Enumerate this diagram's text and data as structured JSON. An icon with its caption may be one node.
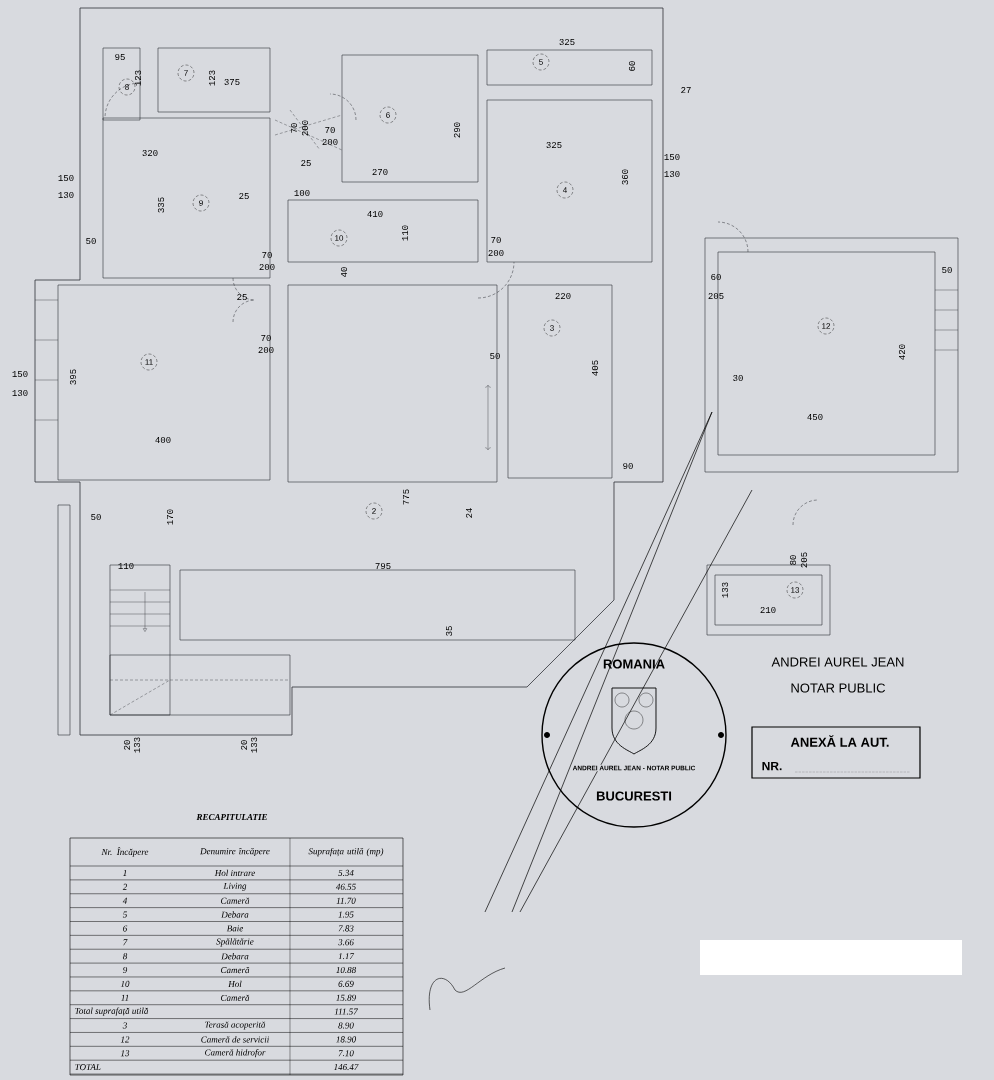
{
  "diagram": {
    "labels": [
      "95",
      "123",
      "123",
      "375",
      "325",
      "60",
      "27",
      "70",
      "200",
      "70",
      "200",
      "320",
      "25",
      "270",
      "290",
      "325",
      "360",
      "150",
      "130",
      "150",
      "130",
      "335",
      "25",
      "100",
      "410",
      "110",
      "70",
      "200",
      "70",
      "200",
      "50",
      "40",
      "25",
      "220",
      "70",
      "200",
      "395",
      "150",
      "130",
      "50",
      "405",
      "400",
      "90",
      "775",
      "50",
      "170",
      "24",
      "110",
      "795",
      "35",
      "20",
      "133",
      "20",
      "133",
      "60",
      "205",
      "50",
      "420",
      "30",
      "450",
      "80",
      "205",
      "133",
      "210",
      "8",
      "7",
      "6",
      "5",
      "4",
      "9",
      "10",
      "11",
      "3",
      "2",
      "12",
      "13",
      "ANDREI AUREL JEAN",
      "NOTAR PUBLIC",
      "ANEXĂ LA AUT.",
      "NR.",
      "ROMANIA",
      "ANDREI AUREL JEAN - NOTAR PUBLIC",
      "BUCURESTI",
      "RECAPITULATIE",
      "Nr. Încăpere",
      "Denumire încăpere",
      "Suprafața utilă (mp)",
      "1",
      "Hol intrare",
      "5.34",
      "2",
      "Living",
      "46.55",
      "4",
      "Cameră",
      "11.70",
      "5",
      "Debara",
      "1.95",
      "6",
      "Baie",
      "7.83",
      "7",
      "Spălătărie",
      "3.66",
      "8",
      "Debara",
      "1.17",
      "9",
      "Cameră",
      "10.88",
      "10",
      "Hol",
      "6.69",
      "11",
      "Cameră",
      "15.89",
      "Total suprafață utilă",
      "111.57",
      "3",
      "Terasă acoperită",
      "8.90",
      "12",
      "Cameră de servicii",
      "18.90",
      "13",
      "Cameră hidrofor",
      "7.10",
      "TOTAL",
      "146.47"
    ]
  }
}
